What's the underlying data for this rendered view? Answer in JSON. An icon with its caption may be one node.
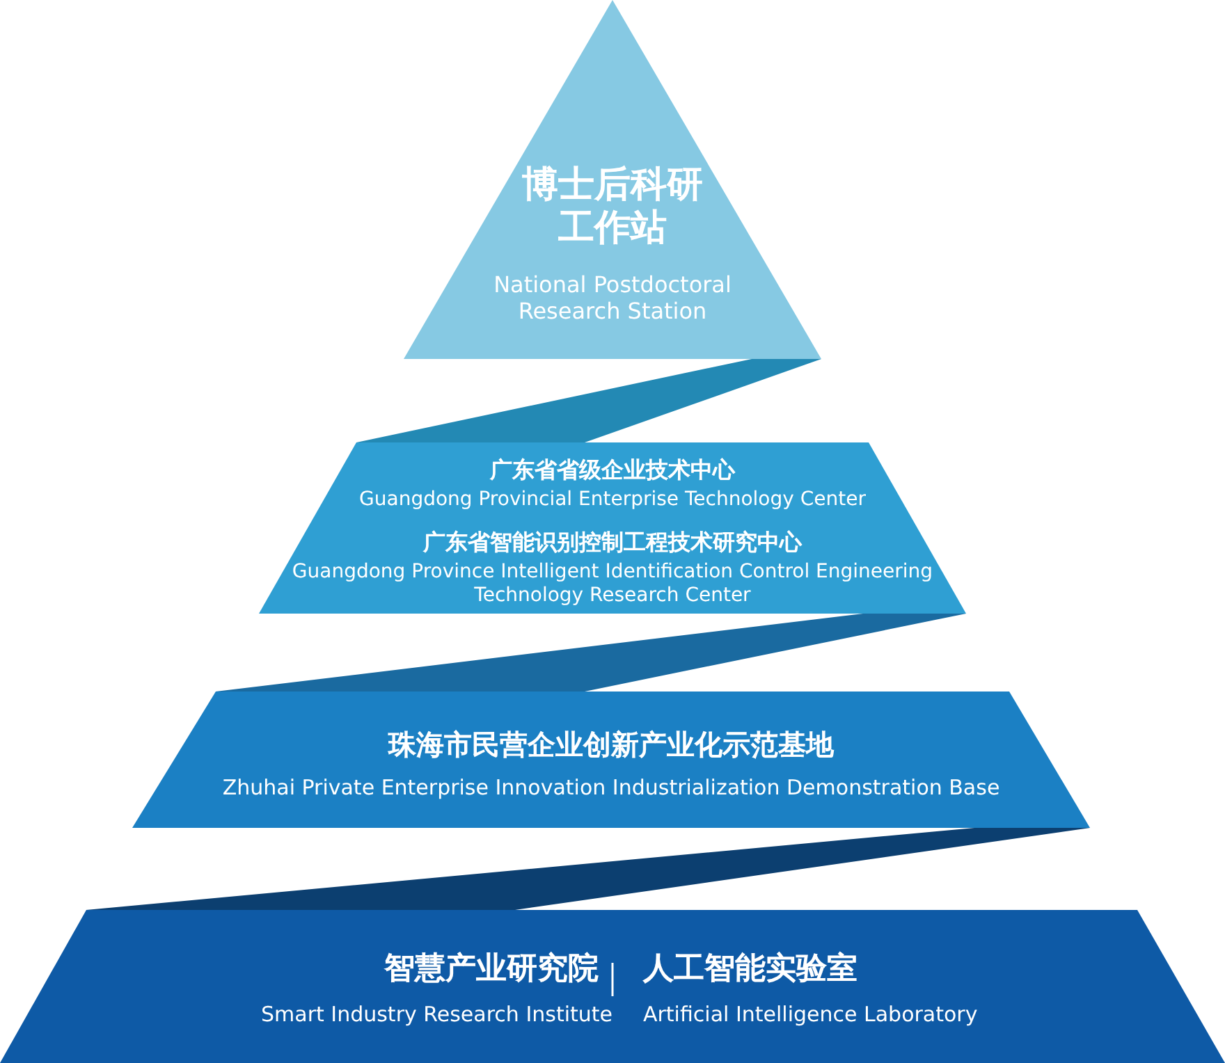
{
  "diagram": {
    "nodes": [
      {
        "text": [
          "博士后科研工作站",
          "National Postdoctoral Research Station"
        ]
      },
      {
        "text": [
          "广东省省级企业技术中心",
          "Guangdong Provincial Enterprise Technology Center",
          "广东省智能识别控制工程技术研究中心",
          "Guangdong Province Intelligent Identification Control Engineering Technology Research Center"
        ]
      },
      {
        "text": [
          "珠海市民营企业创新产业化示范基地",
          "Zhuhai Private Enterprise Innovation Industrialization Demonstration Base"
        ]
      },
      {
        "text": [
          "智慧产业研究院",
          "Smart Industry Research Institute",
          "人工智能实验室",
          "Artificial Intelligence Laboratory"
        ]
      }
    ]
  }
}
